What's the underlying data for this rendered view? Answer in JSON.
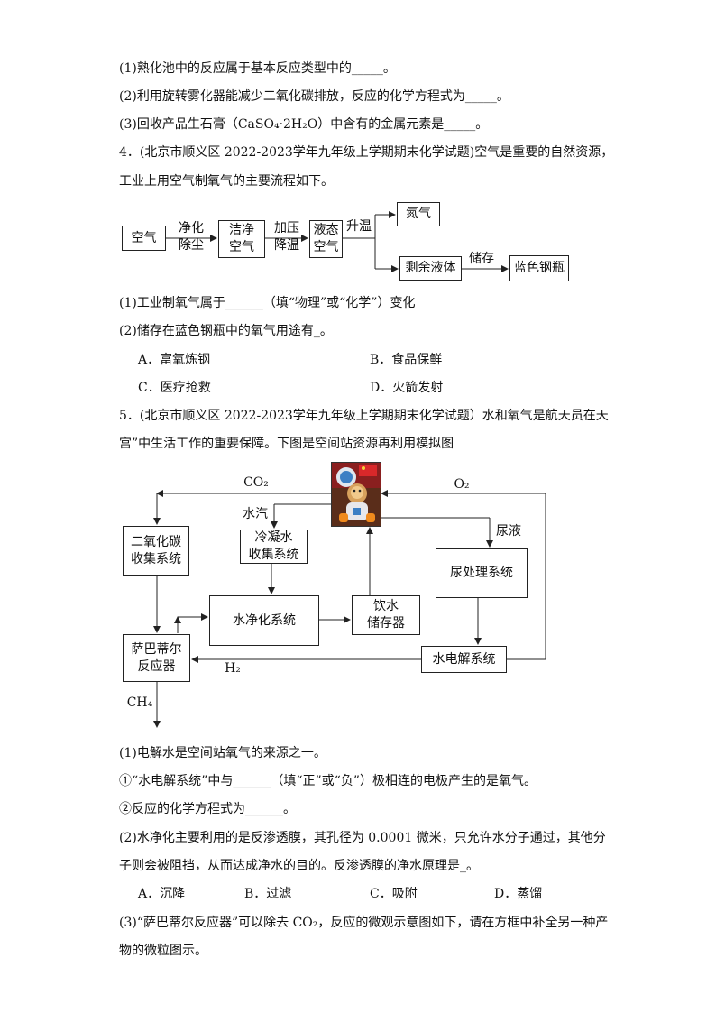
{
  "q3": {
    "l1": "(1)熟化池中的反应属于基本反应类型中的_____。",
    "l2": "(2)利用旋转雾化器能减少二氧化碳排放，反应的化学方程式为_____。",
    "l3": "(3)回收产品生石膏（CaSO₄·2H₂O）中含有的金属元素是_____。"
  },
  "q4": {
    "intro1": "4．(北京市顺义区 2022-2023学年九年级上学期期末化学试题)空气是重要的自然资源，",
    "intro2": "工业上用空气制氧气的主要流程如下。",
    "flow": {
      "air": "空气",
      "step1a": "净化",
      "step1b": "除尘",
      "clean1": "洁净",
      "clean2": "空气",
      "step2a": "加压",
      "step2b": "降温",
      "liquid1": "液态",
      "liquid2": "空气",
      "heat": "升温",
      "nitrogen": "氮气",
      "residue": "剩余液体",
      "store": "储存",
      "cylinder": "蓝色钢瓶"
    },
    "sub1": "(1)工业制氧气属于______（填“物理”或“化学”）变化",
    "sub2": "(2)储存在蓝色钢瓶中的氧气用途有_。",
    "options": {
      "a": "A．富氧炼钢",
      "b": "B．食品保鲜",
      "c": "C．医疗抢救",
      "d": "D．火箭发射"
    }
  },
  "q5": {
    "intro1": "5．(北京市顺义区 2022-2023学年九年级上学期期末化学试题）水和氧气是航天员在天",
    "intro2": "宫”中生活工作的重要保障。下图是空间站资源再利用模拟图",
    "diagram": {
      "co2": "CO₂",
      "o2": "O₂",
      "vapor": "水汽",
      "urine": "尿液",
      "co2_box1": "二氧化碳",
      "co2_box2": "收集系统",
      "cond1": "冷凝水",
      "cond2": "收集系统",
      "urine_box": "尿处理系统",
      "purify": "水净化系统",
      "drink1": "饮水",
      "drink2": "储存器",
      "sab1": "萨巴蒂尔",
      "sab2": "反应器",
      "h2": "H₂",
      "electro": "水电解系统",
      "ch4": "CH₄"
    },
    "sub1": "(1)电解水是空间站氧气的来源之一。",
    "sub1a": "①“水电解系统”中与______（填“正”或“负”）极相连的电极产生的是氧气。",
    "sub1b": "②反应的化学方程式为______。",
    "sub2a": "(2)水净化主要利用的是反渗透膜，其孔径为 0.0001 微米，只允许水分子通过，其他分",
    "sub2b": "子则会被阻挡，从而达成净水的目的。反渗透膜的净水原理是_。",
    "options": {
      "a": "A．沉降",
      "b": "B．过滤",
      "c": "C．吸附",
      "d": "D．蒸馏"
    },
    "sub3a": "(3)“萨巴蒂尔反应器”可以除去 CO₂，反应的微观示意图如下，请在方框中补全另一种产",
    "sub3b": "物的微粒图示。"
  }
}
